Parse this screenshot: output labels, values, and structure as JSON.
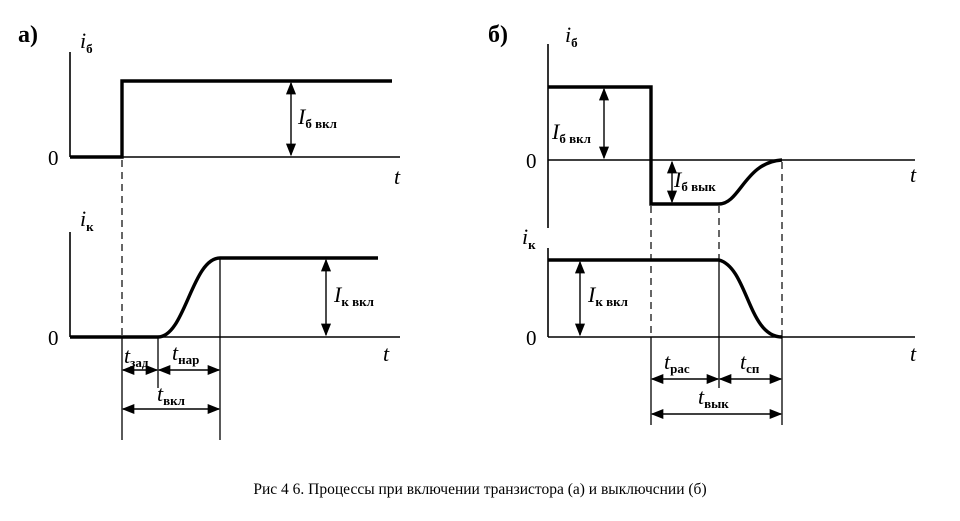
{
  "panel_a": {
    "tag": "а)",
    "ib_axis": "i",
    "ib_axis_sub": "б",
    "ik_axis": "i",
    "ik_axis_sub": "к",
    "zero": "0",
    "t": "t",
    "ib_amp": "I",
    "ib_amp_sub": "б вкл",
    "ik_amp": "I",
    "ik_amp_sub": "к вкл",
    "t_zad": "t",
    "t_zad_sub": "зад",
    "t_nar": "t",
    "t_nar_sub": "нар",
    "t_vkl": "t",
    "t_vkl_sub": "вкл"
  },
  "panel_b": {
    "tag": "б)",
    "ib_axis": "i",
    "ib_axis_sub": "б",
    "ik_axis": "i",
    "ik_axis_sub": "к",
    "zero": "0",
    "t": "t",
    "ib_on": "I",
    "ib_on_sub": "б вкл",
    "ib_off": "I",
    "ib_off_sub": "б вык",
    "ik_amp": "I",
    "ik_amp_sub": "к вкл",
    "t_ras": "t",
    "t_ras_sub": "рас",
    "t_sp": "t",
    "t_sp_sub": "сп",
    "t_vyk": "t",
    "t_vyk_sub": "вык"
  },
  "caption": "Рис 4 6. Процессы при включении транзистора (а) и выключснии (б)"
}
